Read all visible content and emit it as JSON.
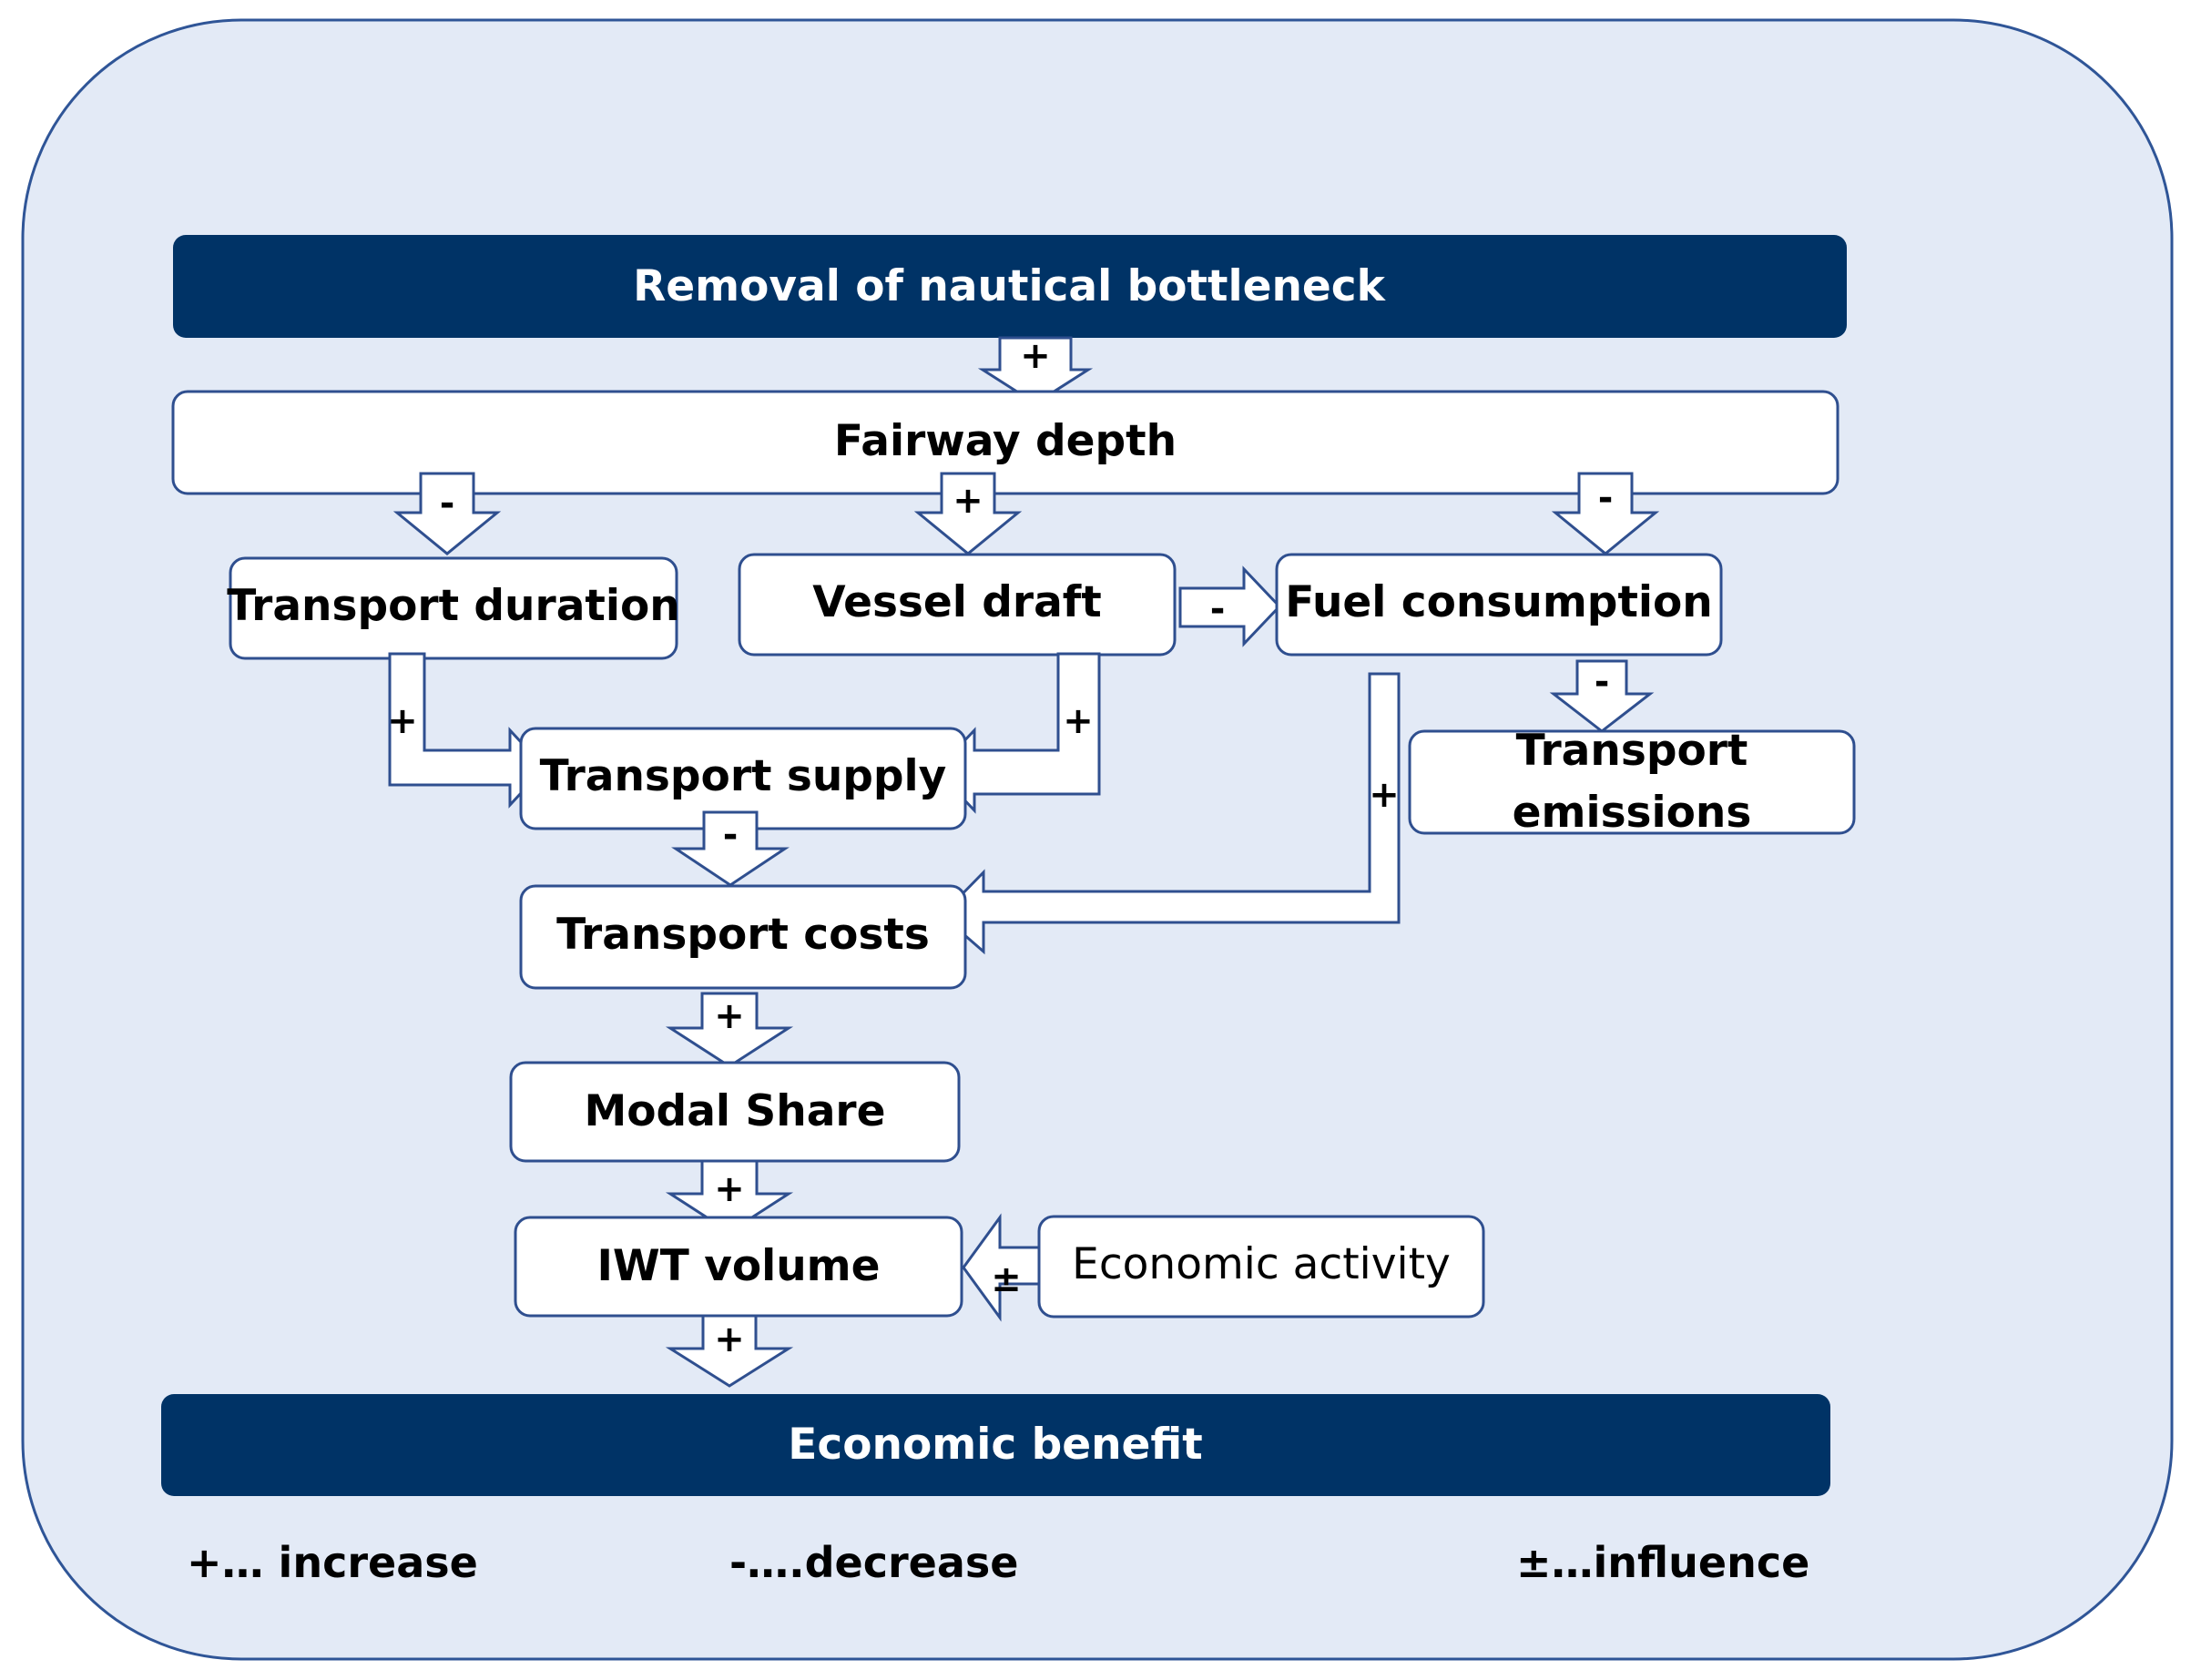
{
  "colors": {
    "panel_fill": "#e3eaf6",
    "panel_stroke": "#2f5597",
    "banner_fill": "#003366",
    "box_fill": "#ffffff",
    "box_stroke": "#2f4f8f",
    "arrow_stroke": "#2f4f8f"
  },
  "banners": {
    "top": "Removal of nautical bottleneck",
    "bottom": "Economic benefit"
  },
  "nodes": {
    "fairway_depth": "Fairway depth",
    "transport_duration": "Transport duration",
    "vessel_draft": "Vessel draft",
    "fuel_consumption": "Fuel consumption",
    "transport_supply": "Transport supply",
    "transport_emissions_line1": "Transport",
    "transport_emissions_line2": "emissions",
    "transport_costs": "Transport costs",
    "modal_share": "Modal Share",
    "iwt_volume": "IWT volume",
    "economic_activity": "Economic activity"
  },
  "signs": {
    "bottleneck_to_fairway": "+",
    "fairway_to_duration": "-",
    "fairway_to_draft": "+",
    "fairway_to_fuel": "-",
    "draft_to_fuel": "-",
    "fuel_to_emissions": "-",
    "duration_to_supply": "+",
    "draft_to_supply": "+",
    "fuel_to_costs": "+",
    "supply_to_costs": "-",
    "costs_to_modal": "+",
    "modal_to_iwt": "+",
    "activity_to_iwt": "±",
    "iwt_to_benefit": "+"
  },
  "legend": {
    "increase": "+… increase",
    "decrease": "-….decrease",
    "influence": "±…influence"
  }
}
